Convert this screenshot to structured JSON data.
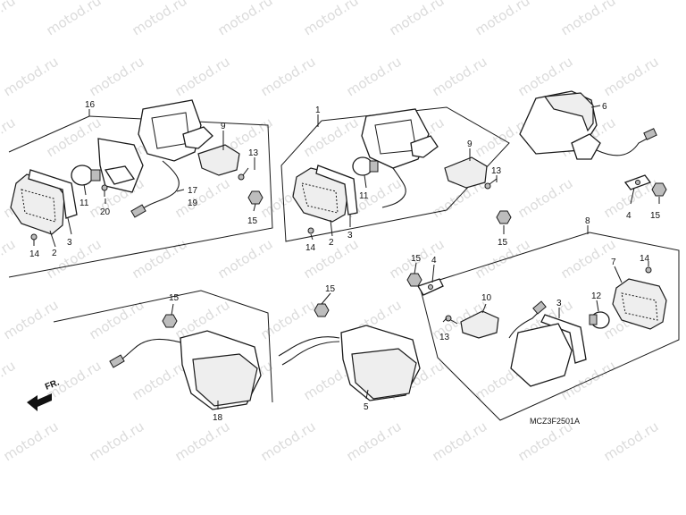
{
  "diagram": {
    "code": "MCZ3F2501A",
    "front_label": "FR.",
    "watermark": "motod.ru",
    "callouts": [
      {
        "id": "c16",
        "label": "16"
      },
      {
        "id": "c1",
        "label": "1"
      },
      {
        "id": "c6",
        "label": "6"
      },
      {
        "id": "c9a",
        "label": "9"
      },
      {
        "id": "c9b",
        "label": "9"
      },
      {
        "id": "c13a",
        "label": "13"
      },
      {
        "id": "c13b",
        "label": "13"
      },
      {
        "id": "c13c",
        "label": "13"
      },
      {
        "id": "c11a",
        "label": "11"
      },
      {
        "id": "c11b",
        "label": "11"
      },
      {
        "id": "c20",
        "label": "20"
      },
      {
        "id": "c17",
        "label": "17"
      },
      {
        "id": "c19",
        "label": "19"
      },
      {
        "id": "c2a",
        "label": "2"
      },
      {
        "id": "c2b",
        "label": "2"
      },
      {
        "id": "c3a",
        "label": "3"
      },
      {
        "id": "c3b",
        "label": "3"
      },
      {
        "id": "c3c",
        "label": "3"
      },
      {
        "id": "c14a",
        "label": "14"
      },
      {
        "id": "c14b",
        "label": "14"
      },
      {
        "id": "c14c",
        "label": "14"
      },
      {
        "id": "c15a",
        "label": "15"
      },
      {
        "id": "c15b",
        "label": "15"
      },
      {
        "id": "c15c",
        "label": "15"
      },
      {
        "id": "c15d",
        "label": "15"
      },
      {
        "id": "c15e",
        "label": "15"
      },
      {
        "id": "c15f",
        "label": "15"
      },
      {
        "id": "c4a",
        "label": "4"
      },
      {
        "id": "c4b",
        "label": "4"
      },
      {
        "id": "c8",
        "label": "8"
      },
      {
        "id": "c7",
        "label": "7"
      },
      {
        "id": "c10",
        "label": "10"
      },
      {
        "id": "c12",
        "label": "12"
      },
      {
        "id": "c18",
        "label": "18"
      },
      {
        "id": "c5",
        "label": "5"
      }
    ]
  }
}
